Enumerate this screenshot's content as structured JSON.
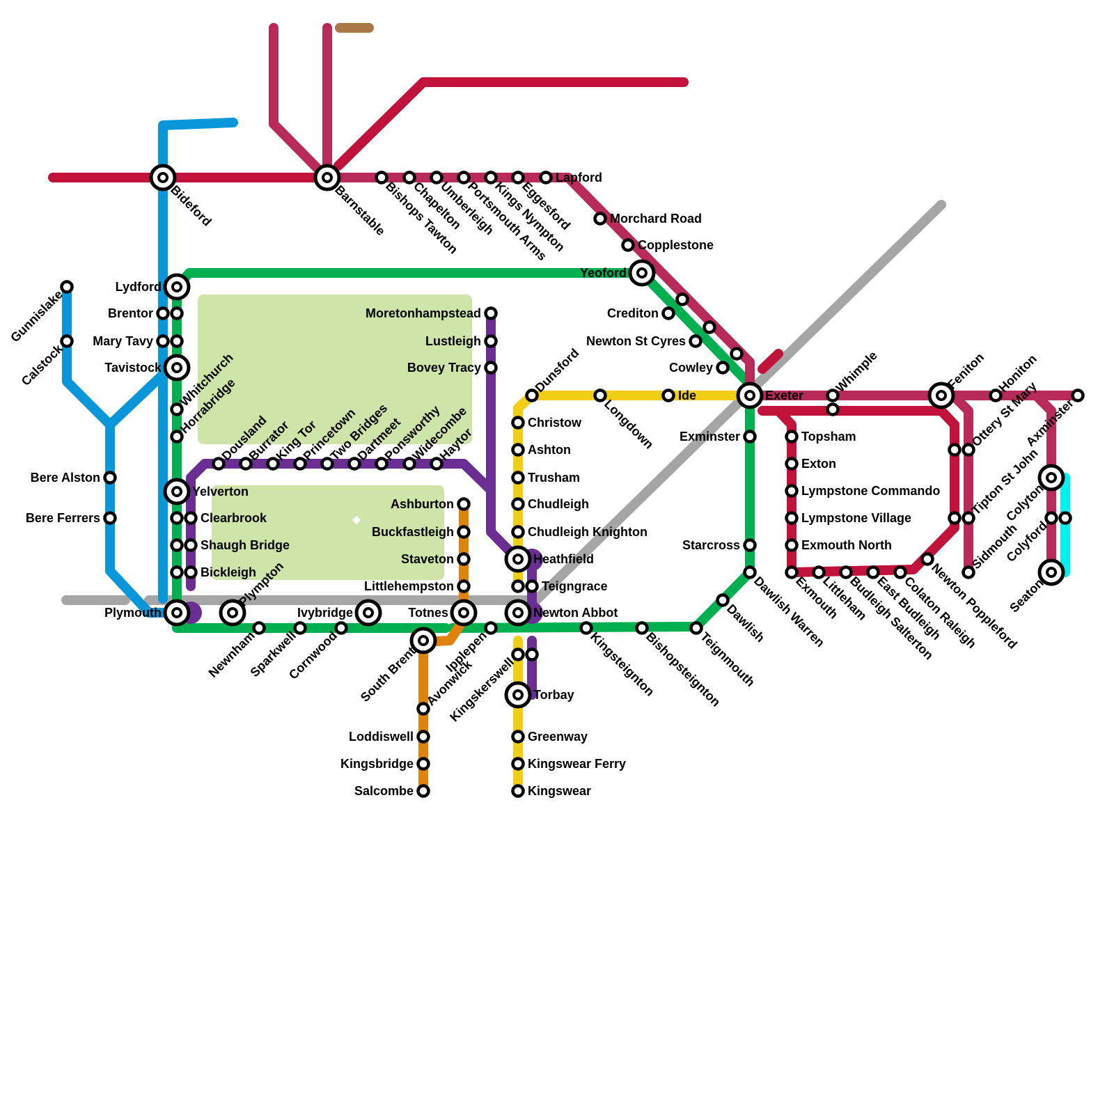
{
  "colors": {
    "red": "#c0123a",
    "maroon": "#b82a5a",
    "blue": "#0a97d9",
    "green": "#00b050",
    "purple": "#6a2d91",
    "yellow": "#f2cf16",
    "orange": "#e0820c",
    "grey": "#a5a5a5",
    "brown": "#a87946",
    "cyan": "#00f0f0",
    "park": "#cfe4a8"
  },
  "stations": [
    {
      "name": "Bideford",
      "type": "interchange"
    },
    {
      "name": "Barnstable",
      "type": "interchange"
    },
    {
      "name": "Bishops Tawton",
      "type": "station"
    },
    {
      "name": "Chapelton",
      "type": "station"
    },
    {
      "name": "Umberleigh",
      "type": "station"
    },
    {
      "name": "Portsmouth Arms",
      "type": "station"
    },
    {
      "name": "Kings Nympton",
      "type": "station"
    },
    {
      "name": "Eggesford",
      "type": "station"
    },
    {
      "name": "Lapford",
      "type": "station"
    },
    {
      "name": "Morchard Road",
      "type": "station"
    },
    {
      "name": "Copplestone",
      "type": "station"
    },
    {
      "name": "Yeoford",
      "type": "interchange"
    },
    {
      "name": "Crediton",
      "type": "station"
    },
    {
      "name": "Newton St Cyres",
      "type": "station"
    },
    {
      "name": "Cowley",
      "type": "station"
    },
    {
      "name": "Exeter",
      "type": "interchange"
    },
    {
      "name": "Lydford",
      "type": "interchange"
    },
    {
      "name": "Brentor",
      "type": "station"
    },
    {
      "name": "Mary Tavy",
      "type": "station"
    },
    {
      "name": "Tavistock",
      "type": "interchange"
    },
    {
      "name": "Whitchurch",
      "type": "station"
    },
    {
      "name": "Horrabridge",
      "type": "station"
    },
    {
      "name": "Yelverton",
      "type": "interchange"
    },
    {
      "name": "Clearbrook",
      "type": "station"
    },
    {
      "name": "Shaugh Bridge",
      "type": "station"
    },
    {
      "name": "Bickleigh",
      "type": "station"
    },
    {
      "name": "Plymouth",
      "type": "interchange"
    },
    {
      "name": "Gunnislake",
      "type": "station"
    },
    {
      "name": "Calstock",
      "type": "station"
    },
    {
      "name": "Bere Alston",
      "type": "station"
    },
    {
      "name": "Bere Ferrers",
      "type": "station"
    },
    {
      "name": "Dousland",
      "type": "station"
    },
    {
      "name": "Burrator",
      "type": "station"
    },
    {
      "name": "King Tor",
      "type": "station"
    },
    {
      "name": "Princetown",
      "type": "station"
    },
    {
      "name": "Two Bridges",
      "type": "station"
    },
    {
      "name": "Dartmeet",
      "type": "station"
    },
    {
      "name": "Ponsworthy",
      "type": "station"
    },
    {
      "name": "Widecombe",
      "type": "station"
    },
    {
      "name": "Haytor",
      "type": "station"
    },
    {
      "name": "Moretonhampstead",
      "type": "station"
    },
    {
      "name": "Lustleigh",
      "type": "station"
    },
    {
      "name": "Bovey Tracy",
      "type": "station"
    },
    {
      "name": "Dunsford",
      "type": "station"
    },
    {
      "name": "Longdown",
      "type": "station"
    },
    {
      "name": "Ide",
      "type": "station"
    },
    {
      "name": "Christow",
      "type": "station"
    },
    {
      "name": "Ashton",
      "type": "station"
    },
    {
      "name": "Trusham",
      "type": "station"
    },
    {
      "name": "Chudleigh",
      "type": "station"
    },
    {
      "name": "Chudleigh Knighton",
      "type": "station"
    },
    {
      "name": "Heathfield",
      "type": "interchange"
    },
    {
      "name": "Teigngrace",
      "type": "station"
    },
    {
      "name": "Newton Abbot",
      "type": "interchange"
    },
    {
      "name": "Plympton",
      "type": "interchange"
    },
    {
      "name": "Newnham",
      "type": "station"
    },
    {
      "name": "Sparkwell",
      "type": "station"
    },
    {
      "name": "Cornwood",
      "type": "station"
    },
    {
      "name": "Ivybridge",
      "type": "interchange"
    },
    {
      "name": "South Brent",
      "type": "interchange"
    },
    {
      "name": "Totnes",
      "type": "interchange"
    },
    {
      "name": "Ashburton",
      "type": "station"
    },
    {
      "name": "Buckfastleigh",
      "type": "station"
    },
    {
      "name": "Staveton",
      "type": "station"
    },
    {
      "name": "Littlehempston",
      "type": "station"
    },
    {
      "name": "Avonwick",
      "type": "station"
    },
    {
      "name": "Loddiswell",
      "type": "station"
    },
    {
      "name": "Kingsbridge",
      "type": "station"
    },
    {
      "name": "Salcombe",
      "type": "station"
    },
    {
      "name": "Ipplepen",
      "type": "station"
    },
    {
      "name": "Kingskerswell",
      "type": "station"
    },
    {
      "name": "Torbay",
      "type": "interchange"
    },
    {
      "name": "Greenway",
      "type": "station"
    },
    {
      "name": "Kingswear Ferry",
      "type": "station"
    },
    {
      "name": "Kingswear",
      "type": "station"
    },
    {
      "name": "Kingsteignton",
      "type": "station"
    },
    {
      "name": "Bishopsteignton",
      "type": "station"
    },
    {
      "name": "Teignmouth",
      "type": "station"
    },
    {
      "name": "Dawlish",
      "type": "station"
    },
    {
      "name": "Dawlish Warren",
      "type": "station"
    },
    {
      "name": "Starcross",
      "type": "station"
    },
    {
      "name": "Exminster",
      "type": "station"
    },
    {
      "name": "Topsham",
      "type": "station"
    },
    {
      "name": "Exton",
      "type": "station"
    },
    {
      "name": "Lympstone Commando",
      "type": "station"
    },
    {
      "name": "Lympstone Village",
      "type": "station"
    },
    {
      "name": "Exmouth North",
      "type": "station"
    },
    {
      "name": "Exmouth",
      "type": "station"
    },
    {
      "name": "Littleham",
      "type": "station"
    },
    {
      "name": "Budleigh Salterton",
      "type": "station"
    },
    {
      "name": "East Budleigh",
      "type": "station"
    },
    {
      "name": "Colaton Raleigh",
      "type": "station"
    },
    {
      "name": "Newton Poppleford",
      "type": "station"
    },
    {
      "name": "Whimple",
      "type": "station"
    },
    {
      "name": "Feniton",
      "type": "interchange"
    },
    {
      "name": "Honiton",
      "type": "station"
    },
    {
      "name": "Ottery St Mary",
      "type": "station"
    },
    {
      "name": "Tipton St John",
      "type": "station"
    },
    {
      "name": "Sidmouth",
      "type": "station"
    },
    {
      "name": "Axminster",
      "type": "station"
    },
    {
      "name": "Colyton",
      "type": "interchange"
    },
    {
      "name": "Colyford",
      "type": "station"
    },
    {
      "name": "Seaton",
      "type": "interchange"
    }
  ]
}
